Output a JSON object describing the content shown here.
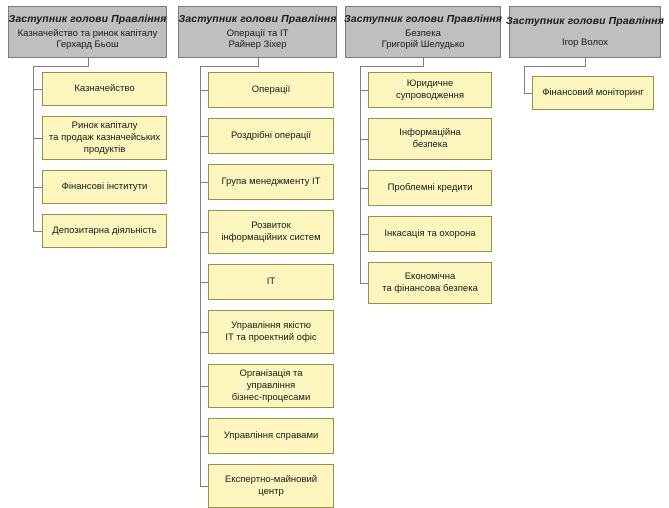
{
  "diagram": {
    "title": "Organizational structure chart",
    "colors": {
      "header_fill": "#bfbfbf",
      "header_border": "#7a7a7a",
      "node_fill": "#faf6bd",
      "node_border": "#9a8f46",
      "connector": "#808080",
      "background": "#ffffff"
    }
  },
  "columns": [
    {
      "header": {
        "role": "Заступник голови Правління",
        "area": "Казначейство та ринок капіталу",
        "person": "Герхард Бьош"
      },
      "children": [
        {
          "label": "Казначейство"
        },
        {
          "label": "Ринок капіталу\nта продаж казначейських\nпродуктів"
        },
        {
          "label": "Фінансові інститути"
        },
        {
          "label": "Депозитарна діяльність"
        }
      ]
    },
    {
      "header": {
        "role": "Заступник голови Правління",
        "area": "Операції та ІТ",
        "person": "Райнер Зіхер"
      },
      "children": [
        {
          "label": "Операції"
        },
        {
          "label": "Роздрібні операції"
        },
        {
          "label": "Група менеджменту ІТ"
        },
        {
          "label": "Розвиток\nінформаційних систем"
        },
        {
          "label": "ІТ"
        },
        {
          "label": "Управління якістю\nІТ  та проектний офіс"
        },
        {
          "label": "Організація та управління\nбізнес-процесами"
        },
        {
          "label": "Управління справами"
        },
        {
          "label": "Експертно-майновий\nцентр"
        }
      ]
    },
    {
      "header": {
        "role": "Заступник голови  Правління",
        "area": "Безпека",
        "person": "Григорій Шелудько"
      },
      "children": [
        {
          "label": "Юридичне супроводження"
        },
        {
          "label": "Інформаційна\nбезпека"
        },
        {
          "label": "Проблемні кредити"
        },
        {
          "label": "Інкасація та охорона"
        },
        {
          "label": "Економічна\nта фінансова безпека"
        }
      ]
    },
    {
      "header": {
        "role": "Заступник голови  Правління",
        "area": "",
        "person": "Ігор Волох"
      },
      "children": [
        {
          "label": "Фінансовий моніторинг"
        }
      ]
    }
  ]
}
